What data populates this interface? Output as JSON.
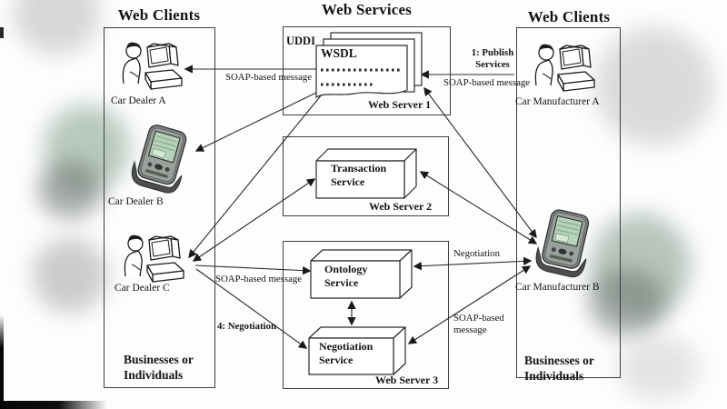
{
  "header": {
    "left_title": "Web Clients",
    "center_title": "Web Services",
    "right_title": "Web Clients"
  },
  "left_panel": {
    "client_a": "Car Dealer A",
    "client_b": "Car Dealer B",
    "client_c": "Car Dealer C",
    "footer": "Businesses or Individuals"
  },
  "right_panel": {
    "client_a": "Car Manufacturer A",
    "client_b": "Car Manufacturer B",
    "footer": "Businesses or Individuals"
  },
  "servers": {
    "registry_label": "UDDI",
    "document_label": "WSDL",
    "server1_label": "Web Server 1",
    "transaction_service": "Transaction Service",
    "server2_label": "Web Server 2",
    "ontology_service": "Ontology Service",
    "negotiation_service": "Negotiation Service",
    "server3_label": "Web Server 3"
  },
  "arrows": {
    "soap_ws1_to_dealer_a": "SOAP-based message",
    "publish_services": "1: Publish Services",
    "soap_mfr_a_to_ws1": "SOAP-based message",
    "soap_dealer_c_to_ontology": "SOAP-based message",
    "negotiation_mfr_b": "Negotiation",
    "negotiation_step": "4: Negotiation",
    "soap_mfr_b_to_negotiation": "SOAP-based message"
  }
}
